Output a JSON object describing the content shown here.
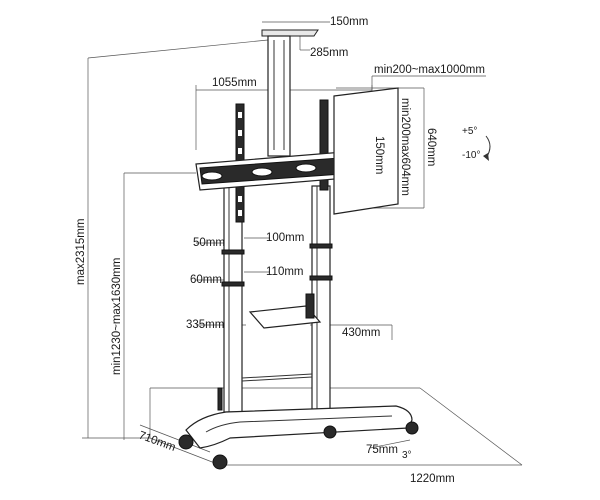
{
  "dimensions": {
    "mount_width": "150mm",
    "mount_depth": "285mm",
    "arm_span": "1055mm",
    "vesa_horizontal": "min200~max1000mm",
    "vesa_vertical": "min200max604mm",
    "bracket_height": "640mm",
    "bracket_spacing": "150mm",
    "tilt_up": "+5°",
    "tilt_down": "-10°",
    "total_height": "max2315mm",
    "center_height": "min1230~max1630mm",
    "clamp_height": "50mm",
    "clamp_width": "100mm",
    "lower_clamp_height": "60mm",
    "lower_clamp_width": "110mm",
    "shelf_depth": "335mm",
    "shelf_width": "430mm",
    "base_depth": "710mm",
    "caster_size": "75mm",
    "caster_angle": "3°",
    "base_width": "1220mm"
  }
}
